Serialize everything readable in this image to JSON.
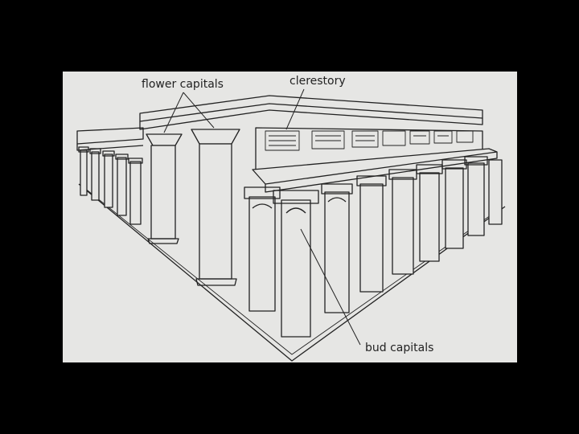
{
  "labels": {
    "flower_capitals": "flower capitals",
    "clerestory": "clerestory",
    "bud_capitals": "bud capitals"
  },
  "colors": {
    "frame": "#000000",
    "paper": "#e6e6e4",
    "ink": "#222222"
  }
}
